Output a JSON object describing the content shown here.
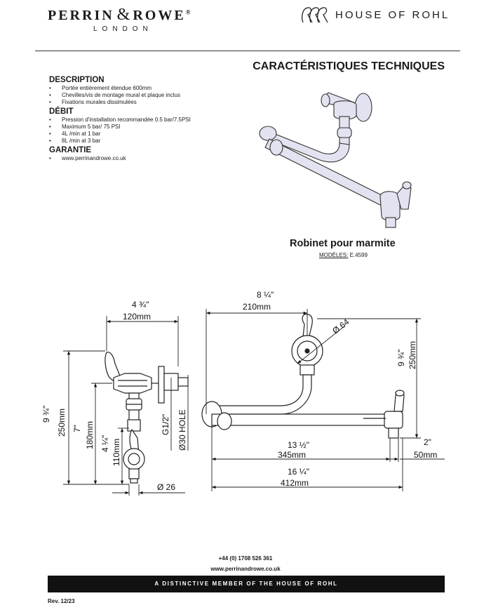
{
  "header": {
    "brand_left_1": "PERRIN",
    "brand_amp": "&",
    "brand_left_2": "ROWE",
    "brand_reg": "®",
    "brand_sub": "LONDON",
    "brand_right": "HOUSE OF ROHL",
    "logo_monogram": "house-of-rohl-monogram"
  },
  "title": "CARACTÉRISTIQUES TECHNIQUES",
  "sections": [
    {
      "heading": "DESCRIPTION",
      "items": [
        "Portée entièrement étendue 600mm",
        "Chevilles/vis de montage mural et plaque inclus",
        "Fixations murales dissimulées"
      ]
    },
    {
      "heading": "DÉBIT",
      "items": [
        "Pression d'installation recommandée 0.5 bar/7.5PSI",
        "Maximum 5 bar/ 75 PSI",
        "4L /min at 1 bar",
        "8L /min at 3 bar"
      ]
    },
    {
      "heading": "GARANTIE",
      "items": [
        "www.perrinandrowe.co.uk"
      ]
    }
  ],
  "product": {
    "name": "Robinet pour marmite",
    "models_label": "MODÈLES:",
    "models_value": " E.4599"
  },
  "dims": {
    "side_width_in": "4 ¾\"",
    "side_width_mm": "120mm",
    "side_height_in": "9 ¾\"",
    "side_height_mm": "250mm",
    "side_7_in": "7\"",
    "side_180_mm": "180mm",
    "side_4_in": "4 ¼\"",
    "side_110_mm": "110mm",
    "thread": "G1/2\"",
    "hole": "Ø30 HOLE",
    "diam_26": "Ø 26",
    "front_top_in": "8 ¼\"",
    "front_top_mm": "210mm",
    "diam_64": "Ø 64",
    "front_right_in": "9 ¾\"",
    "front_right_mm": "250mm",
    "front_2_in": "2\"",
    "front_50_mm": "50mm",
    "front_13_in": "13 ½\"",
    "front_345_mm": "345mm",
    "front_16_in": "16 ¼\"",
    "front_412_mm": "412mm"
  },
  "footer": {
    "phone": "+44 (0) 1708 526 361",
    "website": "www.perrinandrowe.co.uk",
    "banner": "A DISTINCTIVE MEMBER OF THE HOUSE OF ROHL",
    "revision": "Rev. 12/23"
  }
}
